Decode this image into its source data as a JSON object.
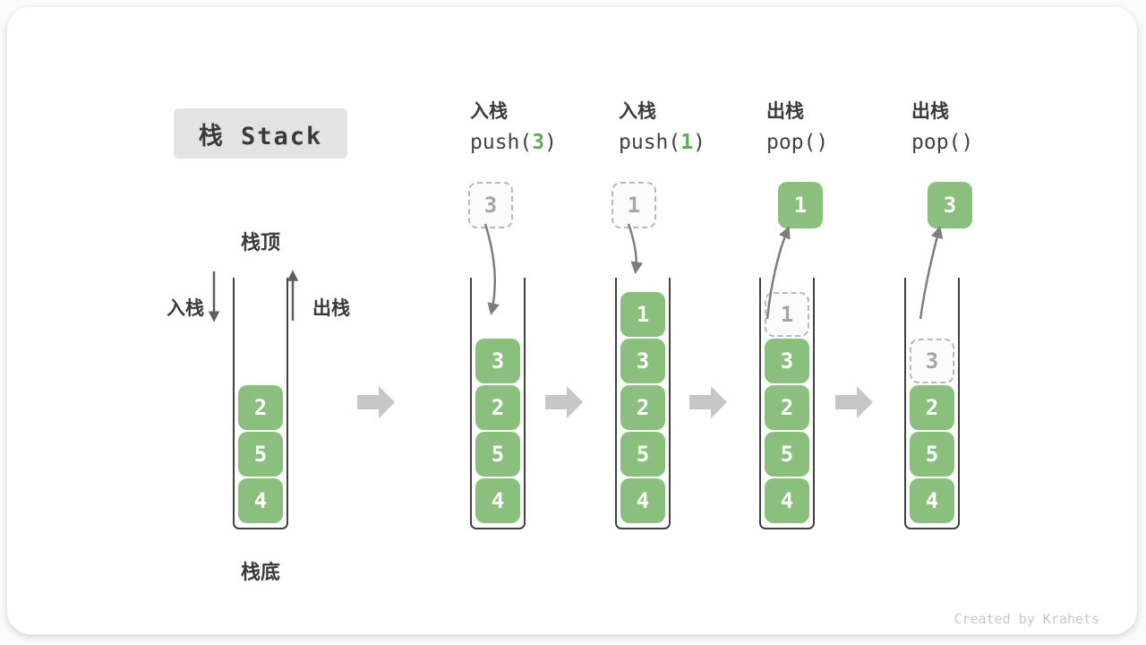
{
  "title": "栈 Stack",
  "watermark": "Created by Krahets",
  "labels": {
    "stack_top": "栈顶",
    "stack_bottom": "栈底",
    "push_side": "入栈",
    "pop_side": "出栈"
  },
  "colors": {
    "element_green": "#8abf7e",
    "code_arg_green": "#67a85f",
    "ghost_gray": "#b9b9b9",
    "arrow_gray": "#7d7d7d",
    "block_arrow_gray": "#c6c6c6",
    "title_box_bg": "#e3e3e3",
    "text_dark": "#3a3a3a"
  },
  "columns": [
    {
      "name": "initial",
      "stack": [
        {
          "value": "2",
          "variant": "solid"
        },
        {
          "value": "5",
          "variant": "solid"
        },
        {
          "value": "4",
          "variant": "solid"
        }
      ]
    },
    {
      "name": "push-3",
      "header": {
        "title": "入栈",
        "code_pre": "push(",
        "code_arg": "3",
        "code_post": ")"
      },
      "floating": {
        "value": "3",
        "variant": "dashed"
      },
      "stack": [
        {
          "value": "3",
          "variant": "solid"
        },
        {
          "value": "2",
          "variant": "solid"
        },
        {
          "value": "5",
          "variant": "solid"
        },
        {
          "value": "4",
          "variant": "solid"
        }
      ]
    },
    {
      "name": "push-1",
      "header": {
        "title": "入栈",
        "code_pre": "push(",
        "code_arg": "1",
        "code_post": ")"
      },
      "floating": {
        "value": "1",
        "variant": "dashed"
      },
      "stack": [
        {
          "value": "1",
          "variant": "solid"
        },
        {
          "value": "3",
          "variant": "solid"
        },
        {
          "value": "2",
          "variant": "solid"
        },
        {
          "value": "5",
          "variant": "solid"
        },
        {
          "value": "4",
          "variant": "solid"
        }
      ]
    },
    {
      "name": "pop-1",
      "header": {
        "title": "出栈",
        "code_pre": "pop(",
        "code_arg": "",
        "code_post": ")"
      },
      "floating": {
        "value": "1",
        "variant": "solid"
      },
      "stack": [
        {
          "value": "1",
          "variant": "ghost"
        },
        {
          "value": "3",
          "variant": "solid"
        },
        {
          "value": "2",
          "variant": "solid"
        },
        {
          "value": "5",
          "variant": "solid"
        },
        {
          "value": "4",
          "variant": "solid"
        }
      ]
    },
    {
      "name": "pop-3",
      "header": {
        "title": "出栈",
        "code_pre": "pop(",
        "code_arg": "",
        "code_post": ")"
      },
      "floating": {
        "value": "3",
        "variant": "solid"
      },
      "stack": [
        {
          "value": "3",
          "variant": "ghost"
        },
        {
          "value": "2",
          "variant": "solid"
        },
        {
          "value": "5",
          "variant": "solid"
        },
        {
          "value": "4",
          "variant": "solid"
        }
      ]
    }
  ]
}
